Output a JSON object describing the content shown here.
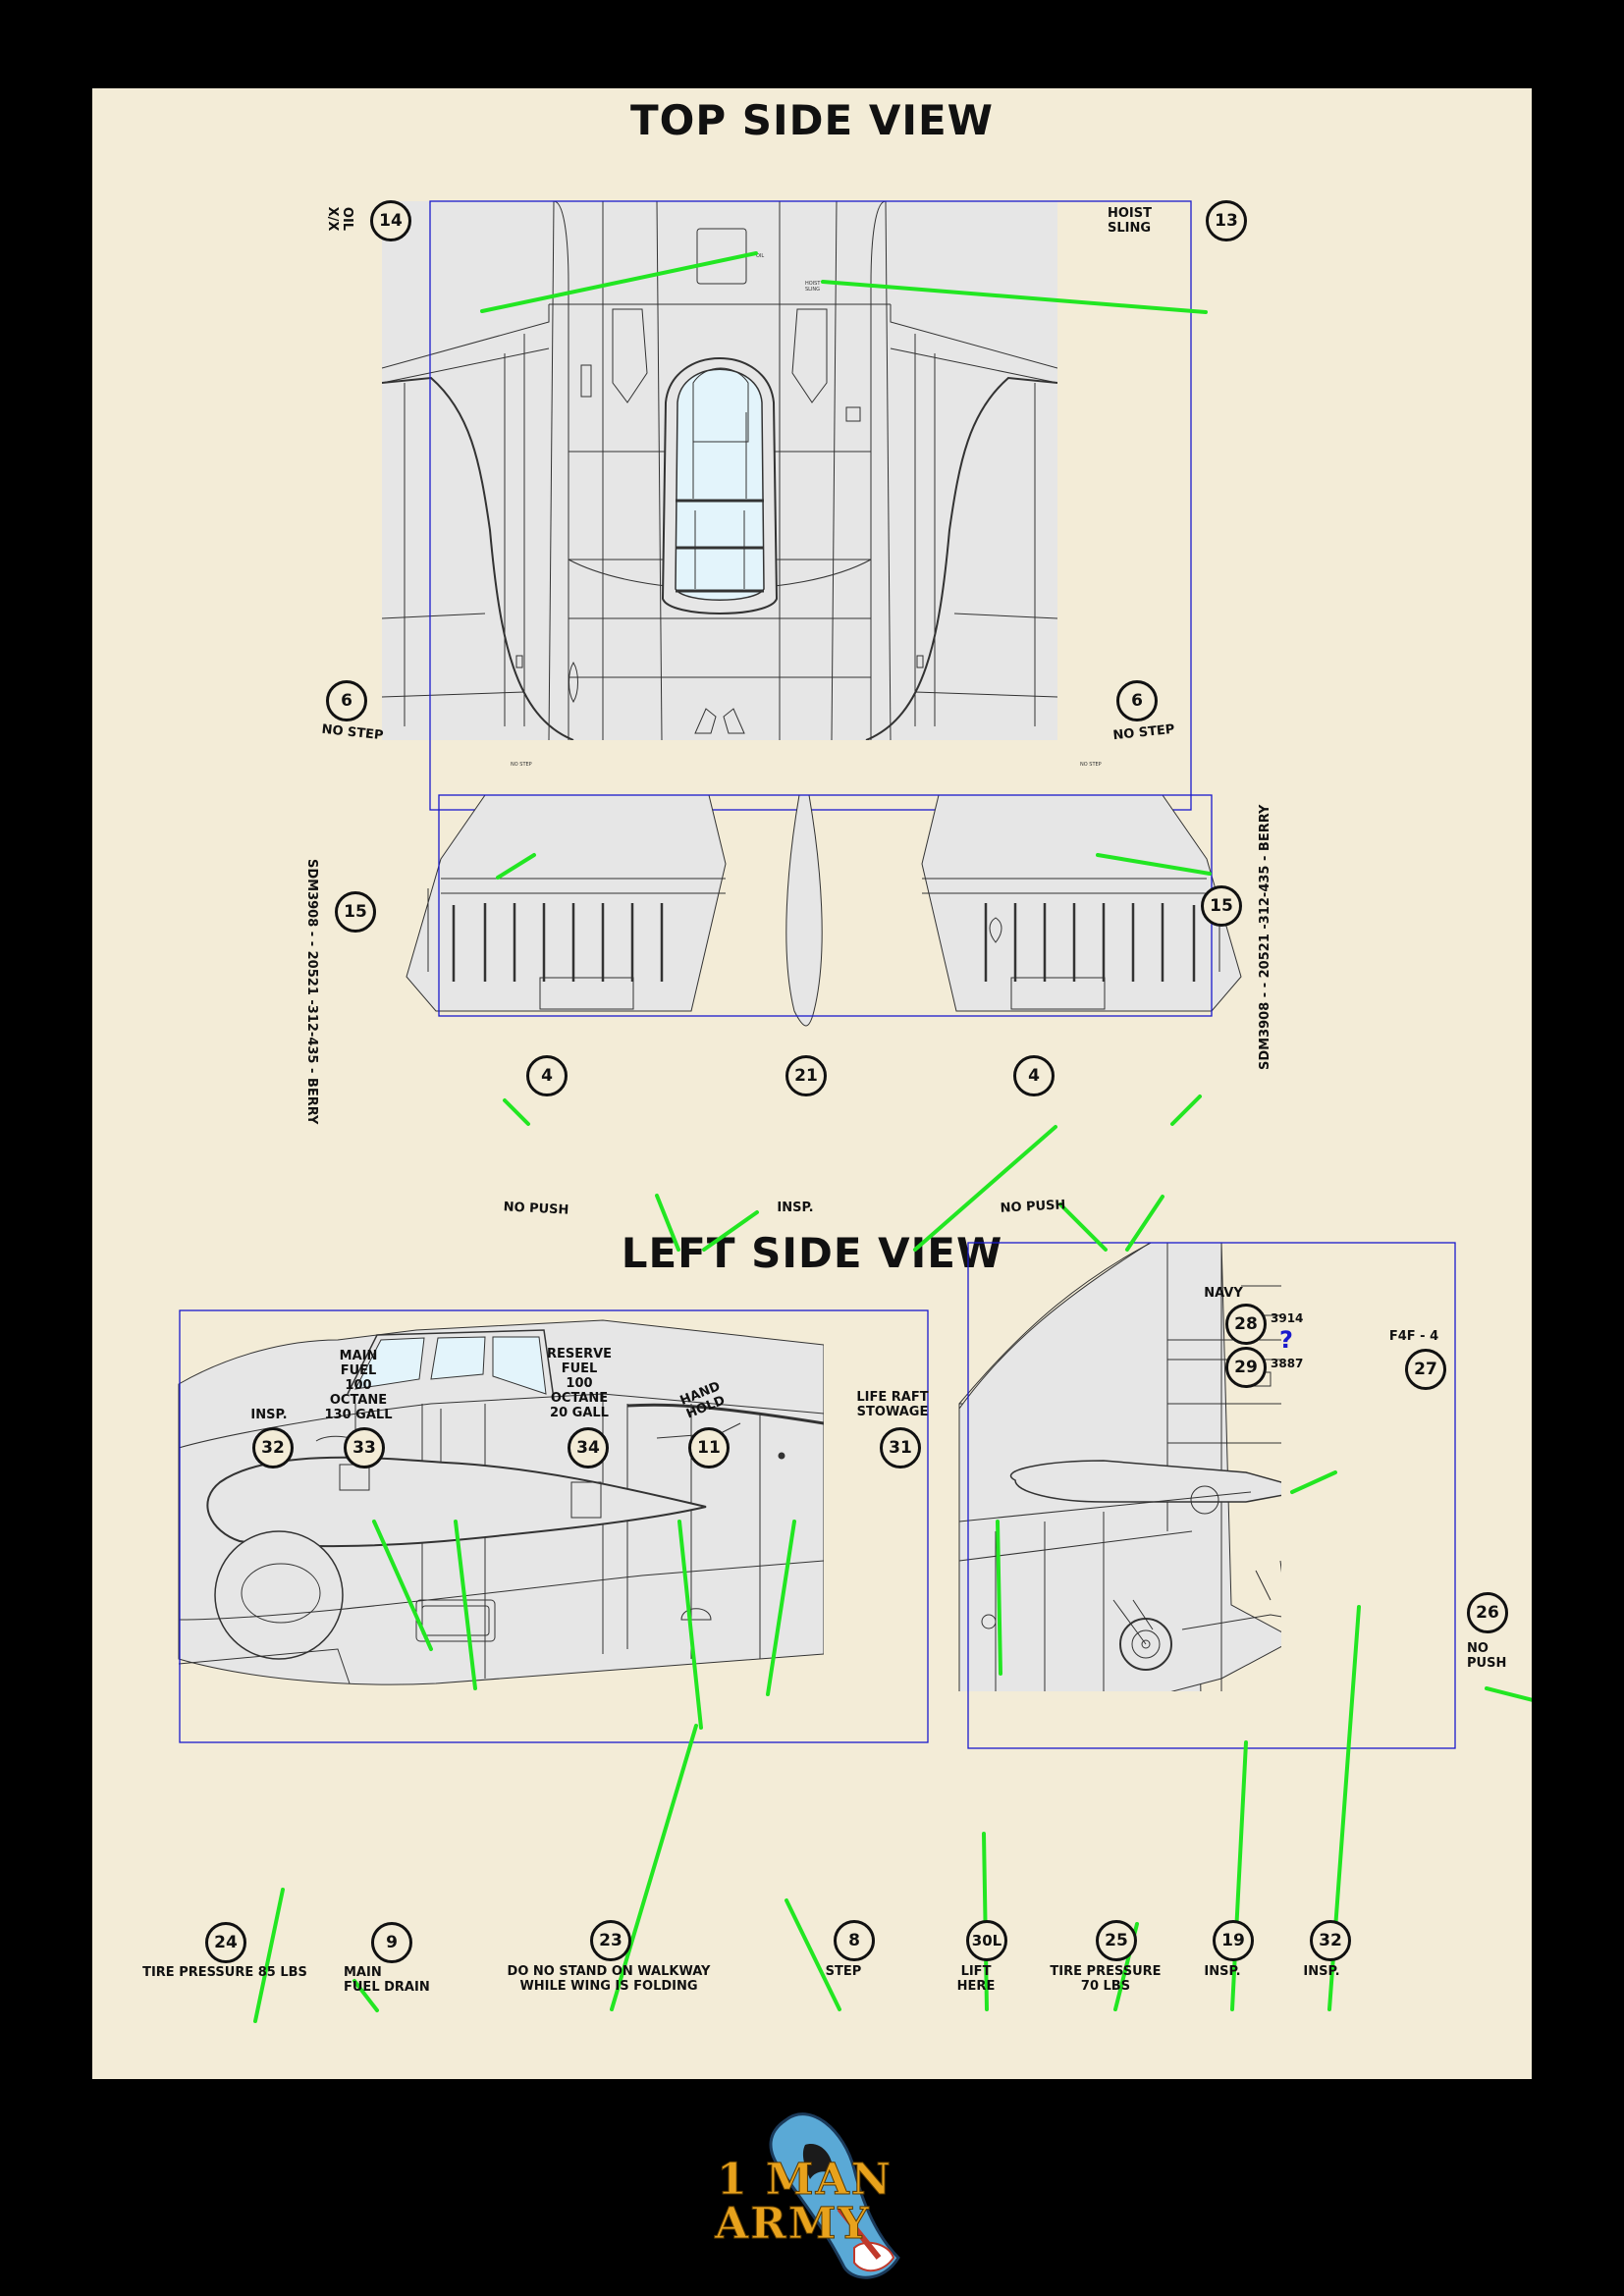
{
  "sheet": {
    "top_title": "TOP SIDE VIEW",
    "left_title": "LEFT SIDE VIEW"
  },
  "serial_text": "SDM3908 - - 20521 -312-435 - BERRY",
  "callouts": {
    "c14": "14",
    "c13": "13",
    "c6a": "6",
    "c6b": "6",
    "c15a": "15",
    "c15b": "15",
    "c4a": "4",
    "c21": "21",
    "c4b": "4",
    "c32a": "32",
    "c33": "33",
    "c34": "34",
    "c11": "11",
    "c31": "31",
    "c28": "28",
    "c29": "29",
    "c27": "27",
    "c26": "26",
    "c24": "24",
    "c9": "9",
    "c23": "23",
    "c8": "8",
    "c30l": "30L",
    "c25": "25",
    "c19": "19",
    "c32b": "32"
  },
  "labels": {
    "oil": "OIL\nX/X",
    "hoist": "HOIST\nSLING",
    "no_step_left": "NO STEP",
    "no_step_right": "NO STEP",
    "no_push_left": "NO PUSH",
    "insp_21": "INSP.",
    "no_push_right": "NO PUSH",
    "insp_32": "INSP.",
    "main_fuel": "MAIN\nFUEL\n100\nOCTANE\n130 GALL",
    "reserve_fuel": "RESERVE\nFUEL\n100\nOCTANE\n20 GALL",
    "hand_hold": "HAND\nHOLD",
    "life_raft": "LIFE RAFT\nSTOWAGE",
    "navy": "NAVY",
    "num_3914": "3914",
    "question": "?",
    "num_3887": "3887",
    "f4f": "F4F - 4",
    "no_push_26": "NO\nPUSH",
    "tire_85": "TIRE PRESSURE 85 LBS",
    "main_drain": "MAIN\nFUEL DRAIN",
    "walkway": "DO NO STAND ON WALKWAY\nWHILE WING IS FOLDING",
    "step": "STEP",
    "lift_here": "LIFT\nHERE",
    "tire_70": "TIRE PRESSURE\n70 LBS",
    "insp_19": "INSP.",
    "insp_32b": "INSP."
  },
  "logo": {
    "line1": "1 MAN",
    "line2": "ARMY"
  },
  "colors": {
    "sheet": "#f3ecd7",
    "frame": "#000000",
    "leader": "#22e622",
    "panel_border": "#1a1acc",
    "aircraft": "#e6e6e6",
    "canopy": "#e3f4fb",
    "question": "#1a1acc",
    "logo_text": "#e8a21c",
    "logo_badge": "#5aa9d6"
  }
}
